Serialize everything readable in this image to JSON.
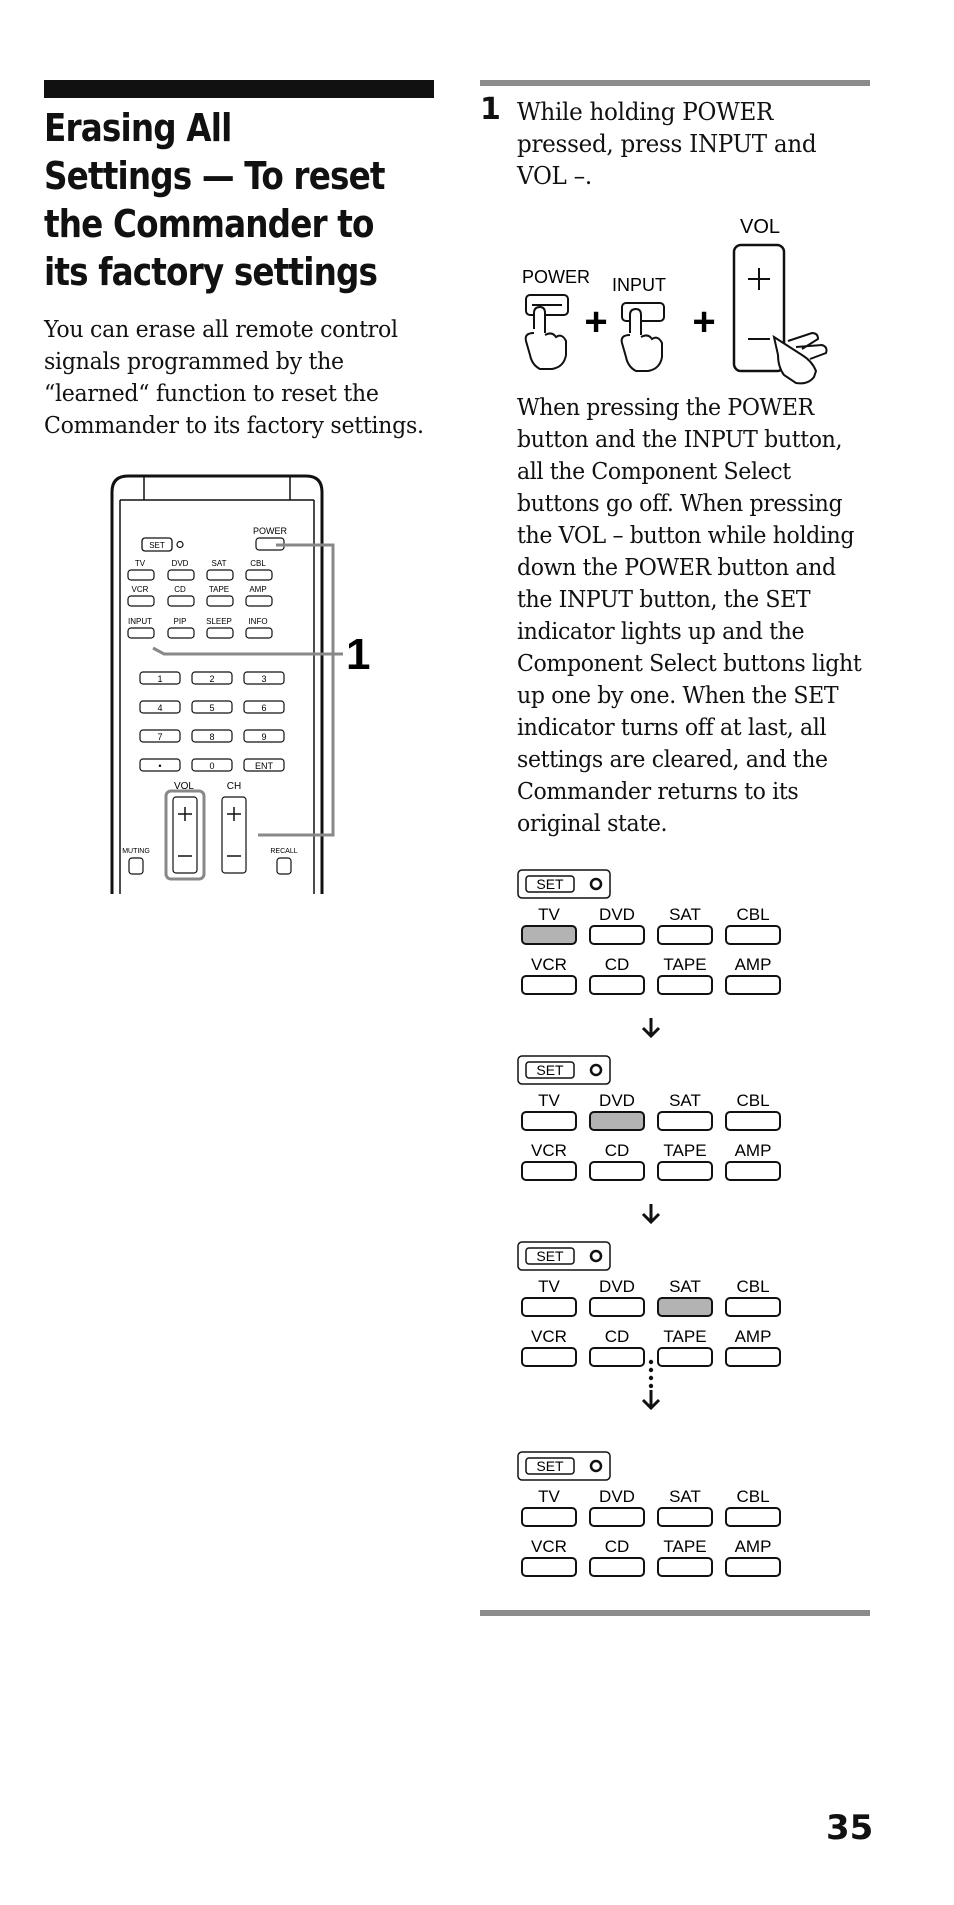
{
  "heading": {
    "title": "Erasing All Settings — To reset the Commander to its factory settings",
    "intro": "You can erase all remote control signals programmed by the “learned“ function to reset the Commander to its factory settings."
  },
  "remote": {
    "callout": "1",
    "power_label": "POWER",
    "set_label": "SET",
    "component_row1": [
      "TV",
      "DVD",
      "SAT",
      "CBL"
    ],
    "component_row2": [
      "VCR",
      "CD",
      "TAPE",
      "AMP"
    ],
    "function_row": [
      "INPUT",
      "PIP",
      "SLEEP",
      "INFO"
    ],
    "keypad": [
      "1",
      "2",
      "3",
      "4",
      "5",
      "6",
      "7",
      "8",
      "9",
      "•",
      "0",
      "ENT"
    ],
    "vol_label": "VOL",
    "ch_label": "CH",
    "muting_label": "MUTING",
    "recall_label": "RECALL"
  },
  "step": {
    "number": "1",
    "text": "While holding POWER pressed, press INPUT and VOL –.",
    "combo": {
      "power": "POWER",
      "input": "INPUT",
      "vol": "VOL",
      "plus": "+"
    },
    "description": "When pressing the POWER button and the INPUT button, all the Component Select buttons go off. When pressing the VOL – button while holding down the POWER button and the INPUT button, the SET indicator lights up and the Component Select buttons light up one by one. When the SET indicator turns off at last, all settings are cleared, and the Commander returns to its original state."
  },
  "sequence": {
    "set_label": "SET",
    "row1": [
      "TV",
      "DVD",
      "SAT",
      "CBL"
    ],
    "row2": [
      "VCR",
      "CD",
      "TAPE",
      "AMP"
    ],
    "highlighted": [
      "TV",
      "DVD",
      "SAT",
      ""
    ],
    "highlight_color": "#b3b3b3"
  },
  "page_number": "35"
}
